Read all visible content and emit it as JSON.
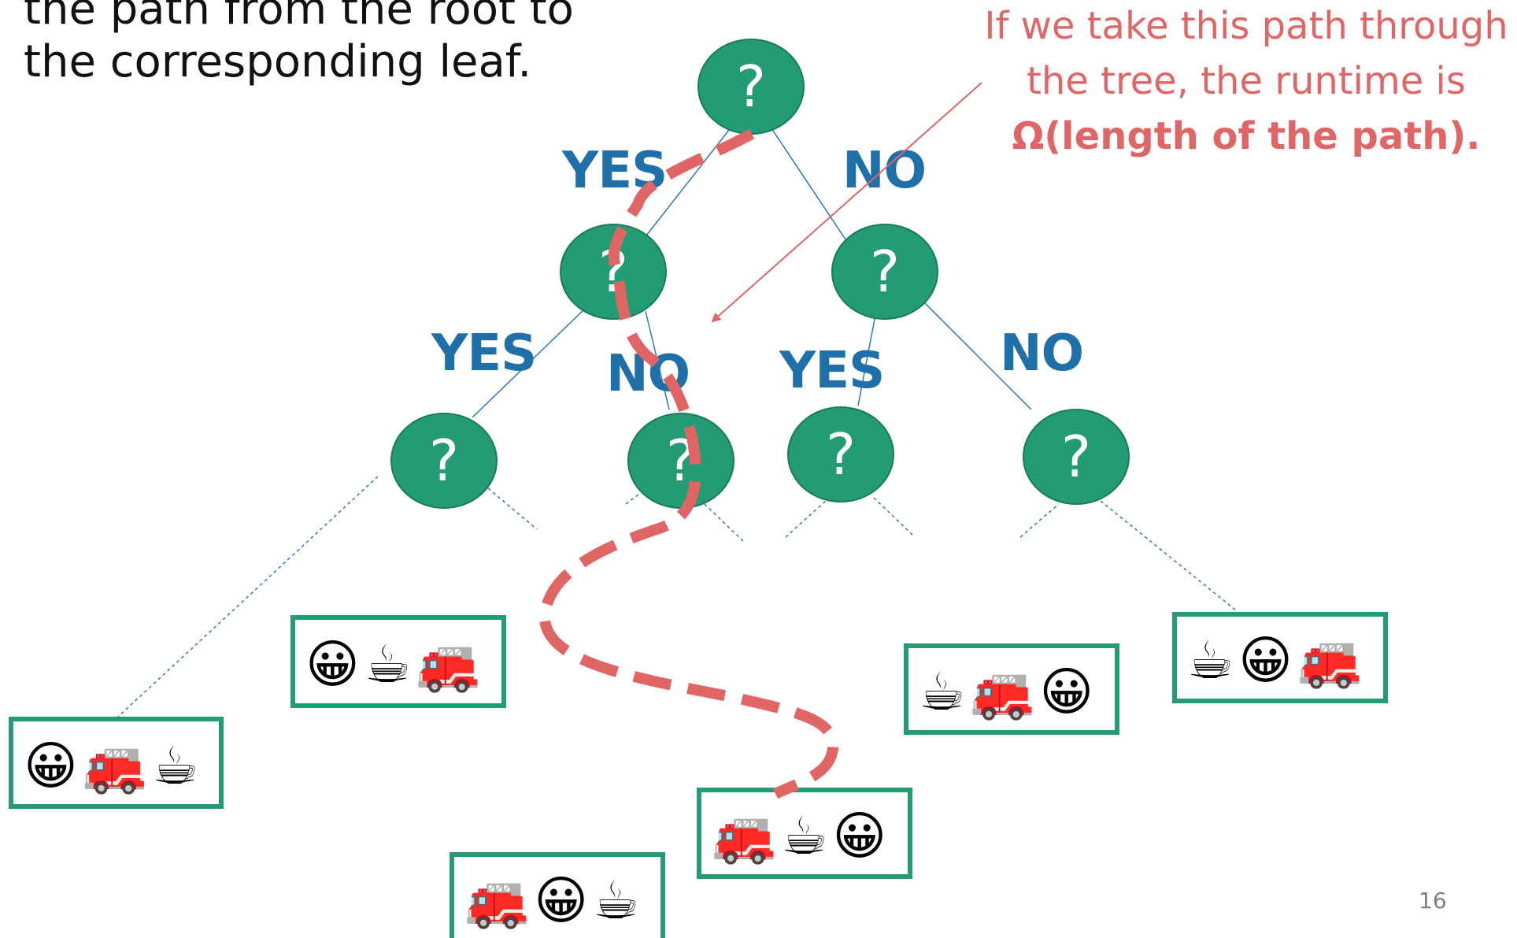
{
  "intro_text": {
    "line1": "the path from the root to",
    "line2": "the corresponding leaf."
  },
  "callout": {
    "line1": "If we take this path through",
    "line2": "the tree, the runtime is",
    "line3": "Ω(length of the path).",
    "color": "#e06666"
  },
  "slide_number": "16",
  "node_label": "?",
  "edge_labels": {
    "root_yes": "YES",
    "root_no": "NO",
    "left_yes": "YES",
    "left_no": "NO",
    "right_yes": "YES",
    "right_no": "NO"
  },
  "leaves": [
    {
      "icons": [
        "smiley",
        "fire-engine",
        "coffee"
      ]
    },
    {
      "icons": [
        "smiley",
        "coffee",
        "fire-engine"
      ]
    },
    {
      "icons": [
        "fire-engine",
        "smiley",
        "coffee"
      ]
    },
    {
      "icons": [
        "fire-engine",
        "coffee",
        "smiley"
      ]
    },
    {
      "icons": [
        "coffee",
        "fire-engine",
        "smiley"
      ]
    },
    {
      "icons": [
        "coffee",
        "smiley",
        "fire-engine"
      ]
    }
  ],
  "icon_glyphs": {
    "smiley": "😀",
    "fire-engine": "🚒",
    "coffee": "☕"
  },
  "colors": {
    "node_fill": "#239b74",
    "leaf_border": "#239b74",
    "edge_label": "#1f6fa8",
    "highlight_path": "#e06666"
  }
}
